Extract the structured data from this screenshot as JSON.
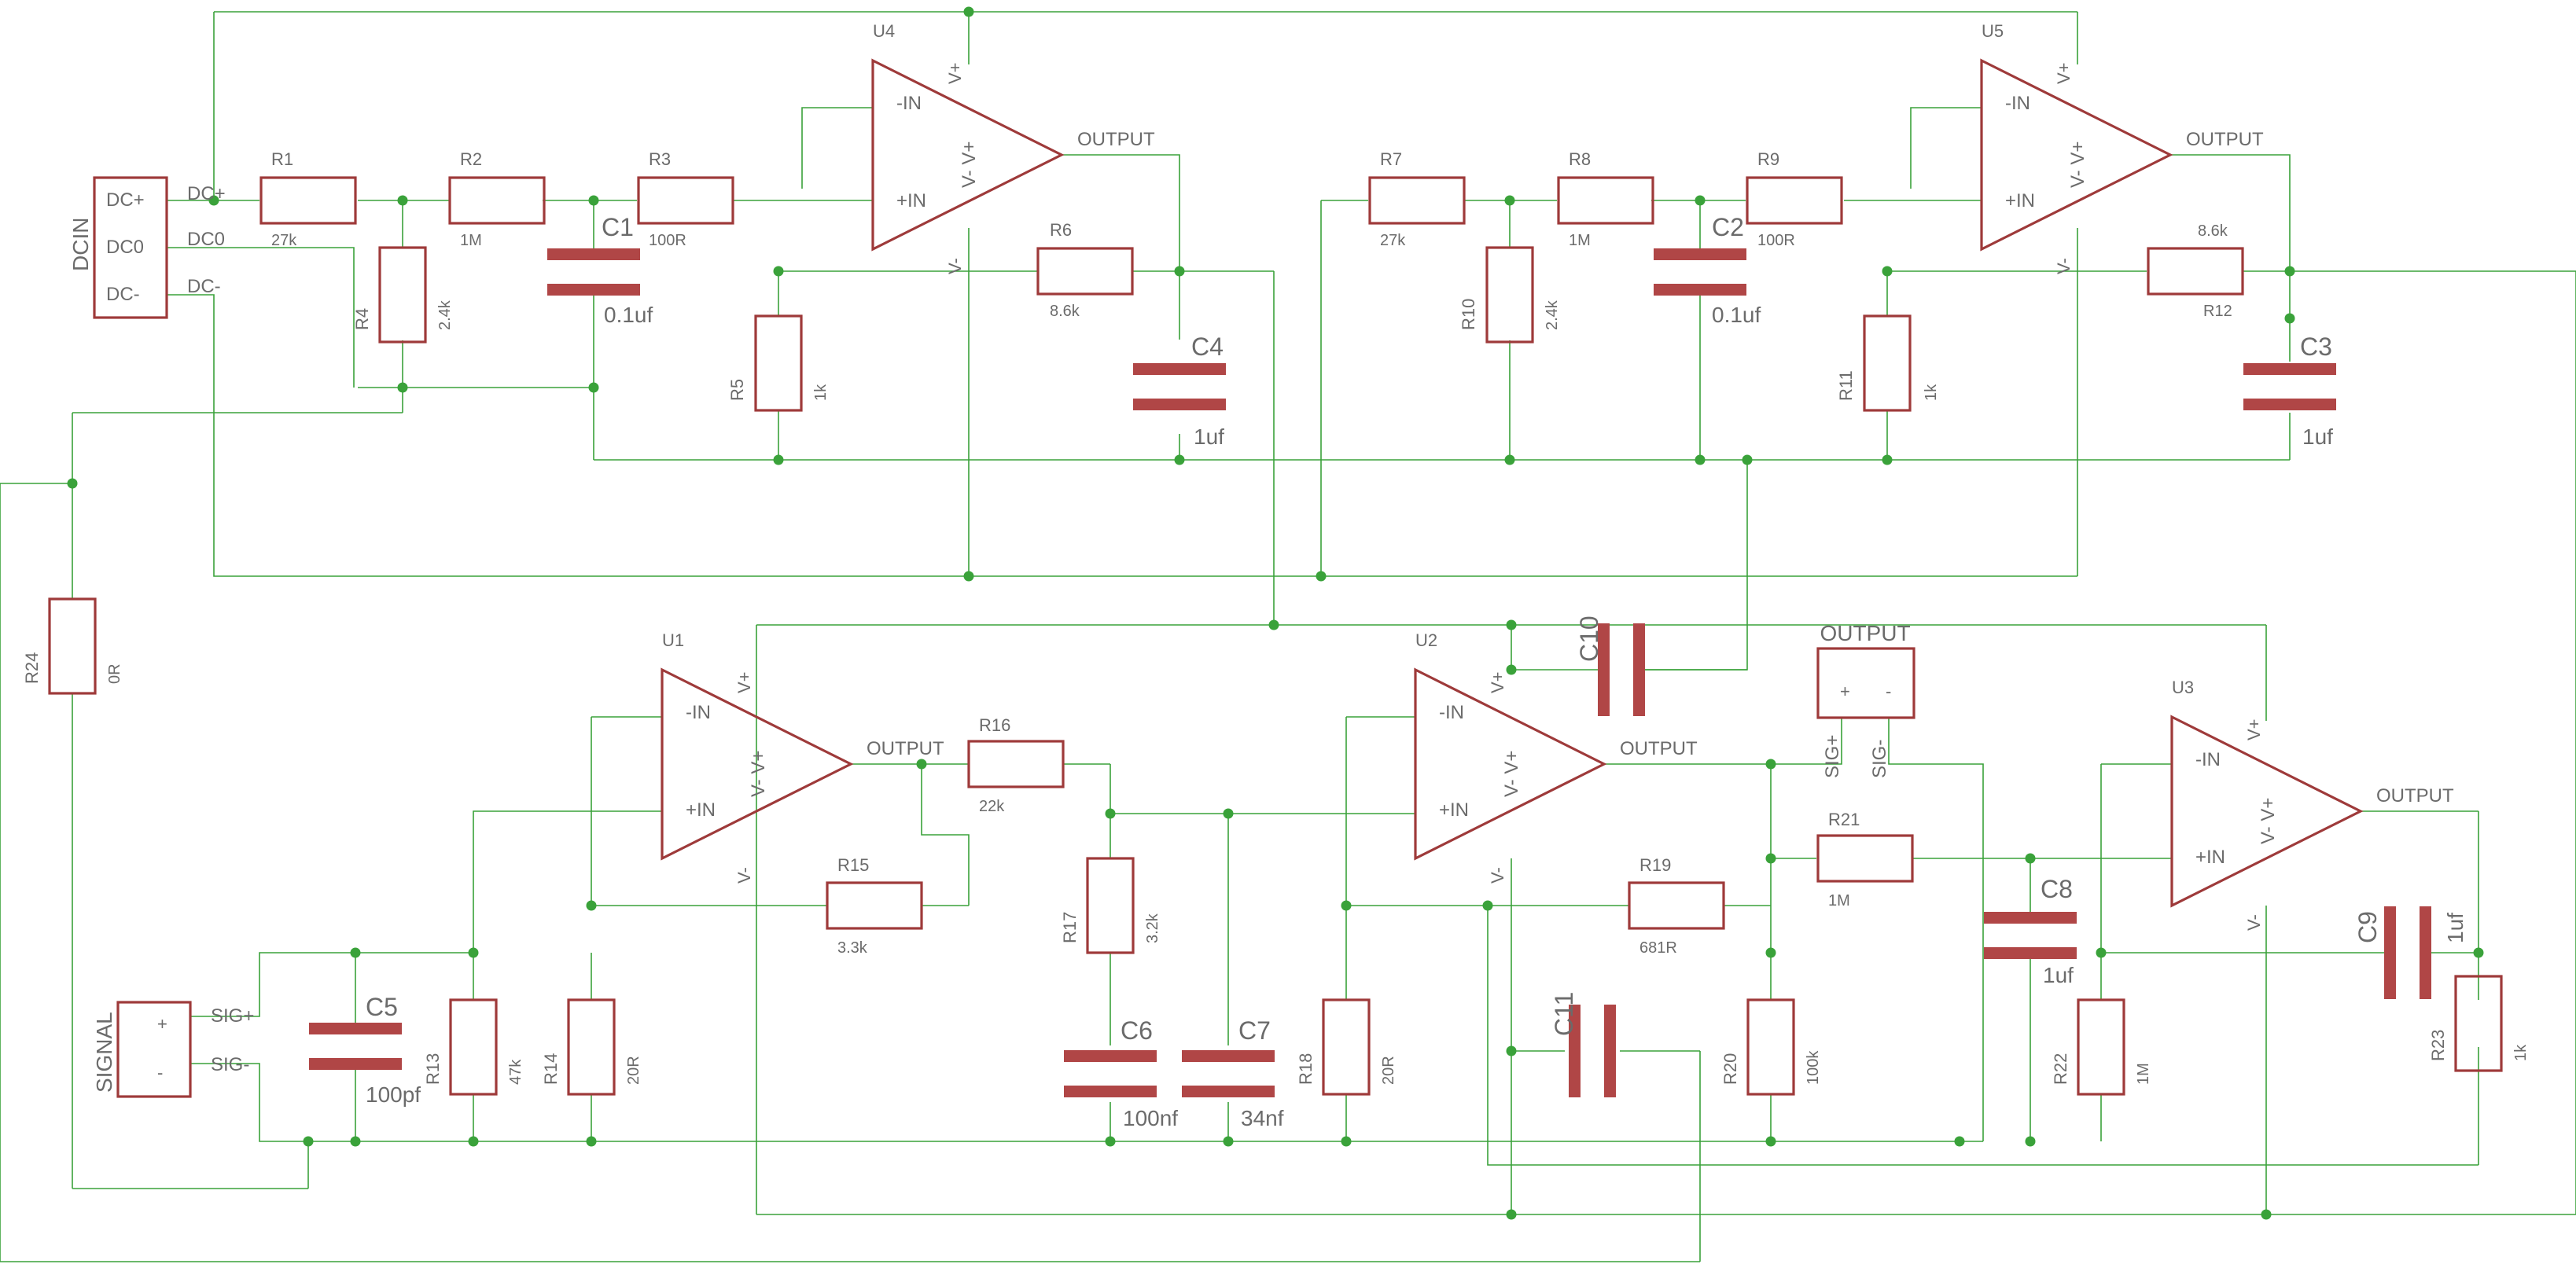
{
  "colors": {
    "wire": "#3aa23a",
    "component": "#9e3a3a",
    "text": "#6b6b6b",
    "background": "#ffffff"
  },
  "labels": {
    "dcin": "DCIN",
    "dcplus": "DC+",
    "dc0": "DC0",
    "dcminus": "DC-",
    "signal": "SIGNAL",
    "sigplus": "SIG+",
    "sigminus": "SIG-",
    "output": "OUTPUT",
    "plus": "+",
    "minus": "-",
    "inm": "-IN",
    "inp": "+IN",
    "vp": "V+",
    "vm": "V-",
    "vmvp": "V-  V+",
    "U1": "U1",
    "U2": "U2",
    "U3": "U3",
    "U4": "U4",
    "U5": "U5",
    "R1": "R1",
    "R1v": "27k",
    "R2": "R2",
    "R2v": "1M",
    "R3": "R3",
    "R3v": "100R",
    "R4": "R4",
    "R4v": "2.4k",
    "R5": "R5",
    "R5v": "1k",
    "R6": "R6",
    "R6v": "8.6k",
    "R7": "R7",
    "R7v": "27k",
    "R8": "R8",
    "R8v": "1M",
    "R9": "R9",
    "R9v": "100R",
    "R10": "R10",
    "R10v": "2.4k",
    "R11": "R11",
    "R11v": "1k",
    "R12": "R12",
    "R12v": "8.6k",
    "R13": "R13",
    "R13v": "47k",
    "R14": "R14",
    "R14v": "20R",
    "R15": "R15",
    "R15v": "3.3k",
    "R16": "R16",
    "R16v": "22k",
    "R17": "R17",
    "R17v": "3.2k",
    "R18": "R18",
    "R18v": "20R",
    "R19": "R19",
    "R19v": "681R",
    "R20": "R20",
    "R20v": "100k",
    "R21": "R21",
    "R21v": "1M",
    "R22": "R22",
    "R22v": "1M",
    "R23": "R23",
    "R23v": "1k",
    "R24": "R24",
    "R24v": "0R",
    "C1": "C1",
    "C1v": "0.1uf",
    "C2": "C2",
    "C2v": "0.1uf",
    "C3": "C3",
    "C3v": "1uf",
    "C4": "C4",
    "C4v": "1uf",
    "C5": "C5",
    "C5v": "100pf",
    "C6": "C6",
    "C6v": "100nf",
    "C7": "C7",
    "C7v": "34nf",
    "C8": "C8",
    "C8v": "1uf",
    "C9": "C9",
    "C9v": "1uf",
    "C10": "C10",
    "C11": "C11"
  }
}
